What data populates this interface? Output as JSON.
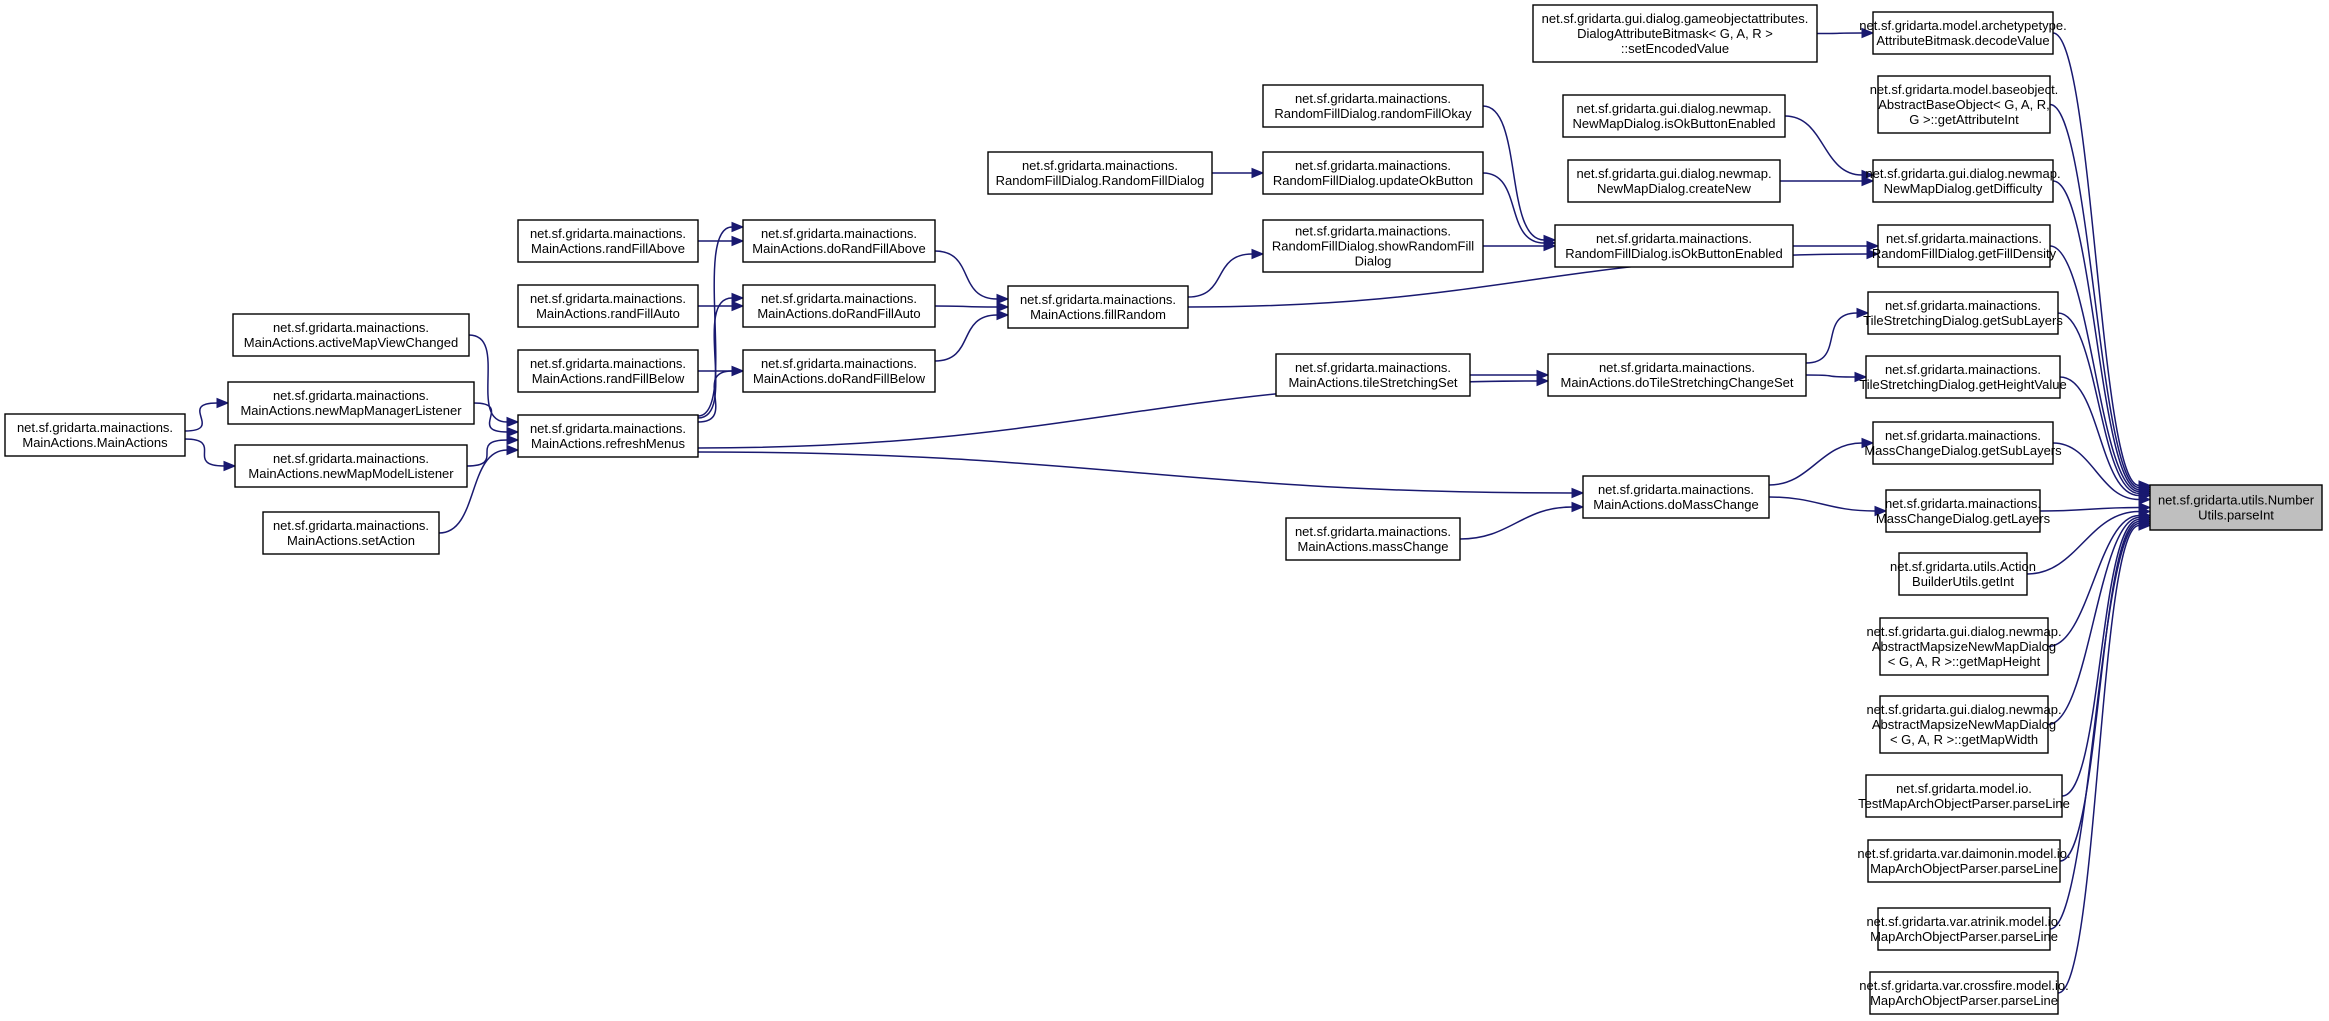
{
  "graph": {
    "colors": {
      "edge": "#191970",
      "node_border": "#000000",
      "node_fill": "#ffffff",
      "focus_fill": "#bfbfbf"
    },
    "nodes": [
      {
        "id": "parseInt",
        "lines": [
          "net.sf.gridarta.utils.Number",
          "Utils.parseInt"
        ],
        "focus": true
      },
      {
        "id": "decodeValue",
        "lines": [
          "net.sf.gridarta.model.archetypetype.",
          "AttributeBitmask.decodeValue"
        ]
      },
      {
        "id": "setEncodedValue",
        "lines": [
          "net.sf.gridarta.gui.dialog.gameobjectattributes.",
          "DialogAttributeBitmask< G, A, R >",
          "::setEncodedValue"
        ]
      },
      {
        "id": "getAttributeInt",
        "lines": [
          "net.sf.gridarta.model.baseobject.",
          "AbstractBaseObject< G, A, R,",
          "G >::getAttributeInt"
        ]
      },
      {
        "id": "getDifficulty",
        "lines": [
          "net.sf.gridarta.gui.dialog.newmap.",
          "NewMapDialog.getDifficulty"
        ]
      },
      {
        "id": "nmIsOkButtonEnabled",
        "lines": [
          "net.sf.gridarta.gui.dialog.newmap.",
          "NewMapDialog.isOkButtonEnabled"
        ]
      },
      {
        "id": "createNew",
        "lines": [
          "net.sf.gridarta.gui.dialog.newmap.",
          "NewMapDialog.createNew"
        ]
      },
      {
        "id": "getFillDensity",
        "lines": [
          "net.sf.gridarta.mainactions.",
          "RandomFillDialog.getFillDensity"
        ]
      },
      {
        "id": "rfIsOkButtonEnabled",
        "lines": [
          "net.sf.gridarta.mainactions.",
          "RandomFillDialog.isOkButtonEnabled"
        ]
      },
      {
        "id": "randomFillOkay",
        "lines": [
          "net.sf.gridarta.mainactions.",
          "RandomFillDialog.randomFillOkay"
        ]
      },
      {
        "id": "updateOkButton",
        "lines": [
          "net.sf.gridarta.mainactions.",
          "RandomFillDialog.updateOkButton"
        ]
      },
      {
        "id": "rfCtor",
        "lines": [
          "net.sf.gridarta.mainactions.",
          "RandomFillDialog.RandomFillDialog"
        ]
      },
      {
        "id": "showRandomFill",
        "lines": [
          "net.sf.gridarta.mainactions.",
          "RandomFillDialog.showRandomFill",
          "Dialog"
        ]
      },
      {
        "id": "fillRandom",
        "lines": [
          "net.sf.gridarta.mainactions.",
          "MainActions.fillRandom"
        ]
      },
      {
        "id": "doRandFillAbove",
        "lines": [
          "net.sf.gridarta.mainactions.",
          "MainActions.doRandFillAbove"
        ]
      },
      {
        "id": "doRandFillAuto",
        "lines": [
          "net.sf.gridarta.mainactions.",
          "MainActions.doRandFillAuto"
        ]
      },
      {
        "id": "doRandFillBelow",
        "lines": [
          "net.sf.gridarta.mainactions.",
          "MainActions.doRandFillBelow"
        ]
      },
      {
        "id": "randFillAbove",
        "lines": [
          "net.sf.gridarta.mainactions.",
          "MainActions.randFillAbove"
        ]
      },
      {
        "id": "randFillAuto",
        "lines": [
          "net.sf.gridarta.mainactions.",
          "MainActions.randFillAuto"
        ]
      },
      {
        "id": "randFillBelow",
        "lines": [
          "net.sf.gridarta.mainactions.",
          "MainActions.randFillBelow"
        ]
      },
      {
        "id": "refreshMenus",
        "lines": [
          "net.sf.gridarta.mainactions.",
          "MainActions.refreshMenus"
        ]
      },
      {
        "id": "activeMapViewChanged",
        "lines": [
          "net.sf.gridarta.mainactions.",
          "MainActions.activeMapViewChanged"
        ]
      },
      {
        "id": "newMapManagerListener",
        "lines": [
          "net.sf.gridarta.mainactions.",
          "MainActions.newMapManagerListener"
        ]
      },
      {
        "id": "newMapModelListener",
        "lines": [
          "net.sf.gridarta.mainactions.",
          "MainActions.newMapModelListener"
        ]
      },
      {
        "id": "setAction",
        "lines": [
          "net.sf.gridarta.mainactions.",
          "MainActions.setAction"
        ]
      },
      {
        "id": "maCtor",
        "lines": [
          "net.sf.gridarta.mainactions.",
          "MainActions.MainActions"
        ]
      },
      {
        "id": "tsGetSubLayers",
        "lines": [
          "net.sf.gridarta.mainactions.",
          "TileStretchingDialog.getSubLayers"
        ]
      },
      {
        "id": "tsGetHeightValue",
        "lines": [
          "net.sf.gridarta.mainactions.",
          "TileStretchingDialog.getHeightValue"
        ]
      },
      {
        "id": "doTileStretchingChangeSet",
        "lines": [
          "net.sf.gridarta.mainactions.",
          "MainActions.doTileStretchingChangeSet"
        ]
      },
      {
        "id": "tileStretchingSet",
        "lines": [
          "net.sf.gridarta.mainactions.",
          "MainActions.tileStretchingSet"
        ]
      },
      {
        "id": "mcGetSubLayers",
        "lines": [
          "net.sf.gridarta.mainactions.",
          "MassChangeDialog.getSubLayers"
        ]
      },
      {
        "id": "mcGetLayers",
        "lines": [
          "net.sf.gridarta.mainactions.",
          "MassChangeDialog.getLayers"
        ]
      },
      {
        "id": "doMassChange",
        "lines": [
          "net.sf.gridarta.mainactions.",
          "MainActions.doMassChange"
        ]
      },
      {
        "id": "massChange",
        "lines": [
          "net.sf.gridarta.mainactions.",
          "MainActions.massChange"
        ]
      },
      {
        "id": "getInt",
        "lines": [
          "net.sf.gridarta.utils.Action",
          "BuilderUtils.getInt"
        ]
      },
      {
        "id": "getMapHeight",
        "lines": [
          "net.sf.gridarta.gui.dialog.newmap.",
          "AbstractMapsizeNewMapDialog",
          "< G, A, R >::getMapHeight"
        ]
      },
      {
        "id": "getMapWidth",
        "lines": [
          "net.sf.gridarta.gui.dialog.newmap.",
          "AbstractMapsizeNewMapDialog",
          "< G, A, R >::getMapWidth"
        ]
      },
      {
        "id": "testParseLine",
        "lines": [
          "net.sf.gridarta.model.io.",
          "TestMapArchObjectParser.parseLine"
        ]
      },
      {
        "id": "daimoninParseLine",
        "lines": [
          "net.sf.gridarta.var.daimonin.model.io.",
          "MapArchObjectParser.parseLine"
        ]
      },
      {
        "id": "atrinikParseLine",
        "lines": [
          "net.sf.gridarta.var.atrinik.model.io.",
          "MapArchObjectParser.parseLine"
        ]
      },
      {
        "id": "crossfireParseLine",
        "lines": [
          "net.sf.gridarta.var.crossfire.model.io.",
          "MapArchObjectParser.parseLine"
        ]
      }
    ]
  }
}
